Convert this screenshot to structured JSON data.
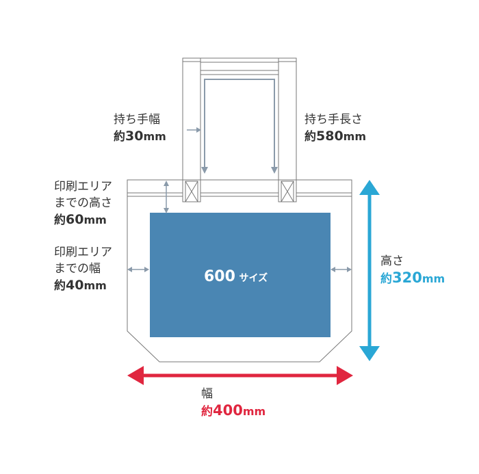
{
  "colors": {
    "print_area": "#4a86b3",
    "outline": "#777777",
    "guide_arrow": "#8a9aaa",
    "height_arrow": "#2aa7d5",
    "width_arrow": "#e0263f",
    "text": "#333333"
  },
  "print_area": {
    "size_value": "600",
    "size_suffix": "サイズ"
  },
  "handle_width": {
    "title": "持ち手幅",
    "prefix": "約",
    "value": "30",
    "unit": "mm"
  },
  "handle_length": {
    "title": "持ち手長さ",
    "prefix": "約",
    "value": "580",
    "unit": "mm"
  },
  "print_height": {
    "title_line1": "印刷エリア",
    "title_line2": "までの高さ",
    "prefix": "約",
    "value": "60",
    "unit": "mm"
  },
  "print_width": {
    "title_line1": "印刷エリア",
    "title_line2": "までの幅",
    "prefix": "約",
    "value": "40",
    "unit": "mm"
  },
  "bag_height": {
    "title": "高さ",
    "prefix": "約",
    "value": "320",
    "unit": "mm"
  },
  "bag_width": {
    "title": "幅",
    "prefix": "約",
    "value": "400",
    "unit": "mm"
  }
}
